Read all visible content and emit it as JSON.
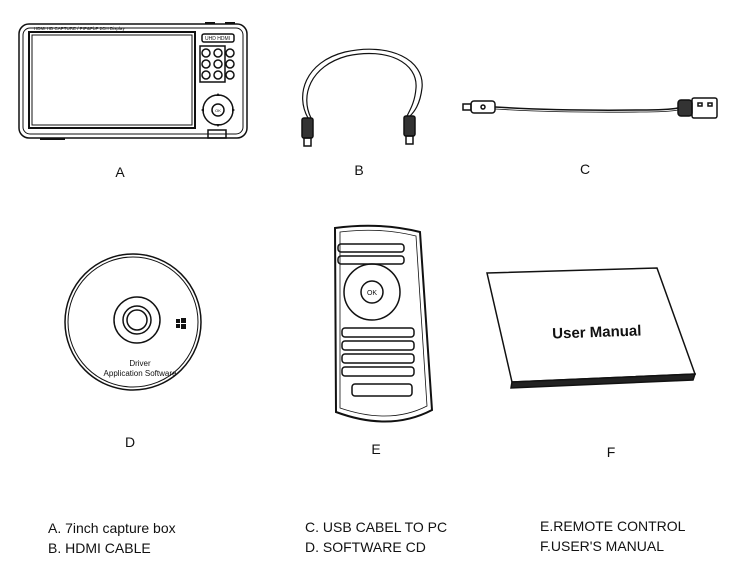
{
  "items": [
    {
      "letter": "A",
      "device_text": "HDMI HD CAPTURE / PIP&PbP 2CH Display",
      "badge": "UHD HDMI",
      "ok": "OK"
    },
    {
      "letter": "B"
    },
    {
      "letter": "C"
    },
    {
      "letter": "D",
      "cd_line1": "Driver",
      "cd_line2": "Application Software"
    },
    {
      "letter": "E",
      "ok": "OK"
    },
    {
      "letter": "F",
      "cover_title": "User Manual"
    }
  ],
  "legend": {
    "a": "A. 7inch capture box",
    "b": "B. HDMI CABLE",
    "c": "C. USB CABEL TO PC",
    "d": "D. SOFTWARE CD",
    "e": "E.REMOTE CONTROL",
    "f": "F.USER'S MANUAL"
  }
}
